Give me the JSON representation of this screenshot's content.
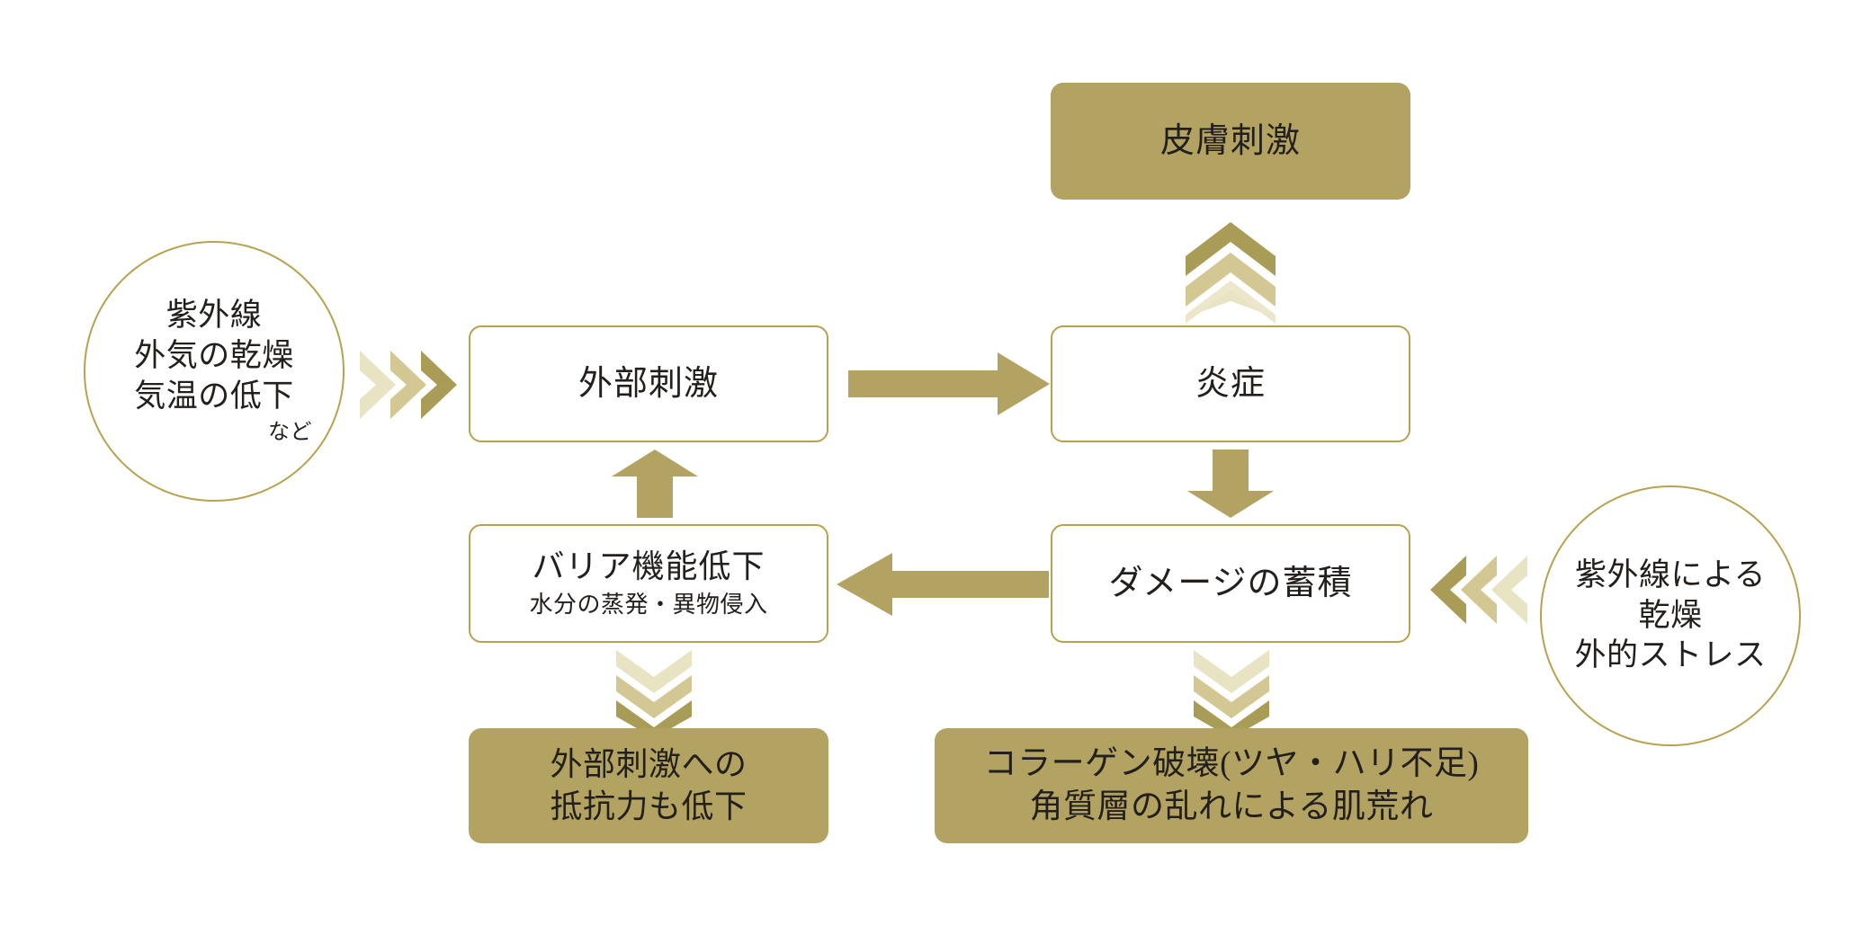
{
  "diagram": {
    "title": "skin-damage-cycle",
    "colors": {
      "gold_fill": "#b2a362",
      "gold_border": "#b7a24f",
      "chevron_dark": "#a89c57",
      "chevron_mid": "#cfc58d",
      "chevron_light": "#e8e3c3",
      "text": "#231f1c",
      "background": "#ffffff"
    },
    "circles": [
      {
        "id": "left-causes",
        "lines": [
          "紫外線",
          "外気の乾燥",
          "気温の低下"
        ],
        "note": "など"
      },
      {
        "id": "right-causes",
        "lines": [
          "紫外線による",
          "乾燥",
          "外的ストレス"
        ],
        "note": ""
      }
    ],
    "boxes": {
      "skin_irritation": {
        "label": "皮膚刺激",
        "style": "filled"
      },
      "external_stimulus": {
        "label": "外部刺激",
        "style": "outline"
      },
      "inflammation": {
        "label": "炎症",
        "style": "outline"
      },
      "barrier_decline": {
        "label": "バリア機能低下",
        "sub": "水分の蒸発・異物侵入",
        "style": "outline"
      },
      "damage_accumulation": {
        "label": "ダメージの蓄積",
        "style": "outline"
      },
      "resistance_decline": {
        "line1": "外部刺激への",
        "line2": "抵抗力も低下",
        "style": "filled"
      },
      "collagen_damage": {
        "line1": "コラーゲン破壊(ツヤ・ハリ不足)",
        "line2": "角質層の乱れによる肌荒れ",
        "style": "filled"
      }
    },
    "arrows": [
      {
        "id": "external-to-inflammation",
        "direction": "right",
        "style": "solid"
      },
      {
        "id": "inflammation-to-damage",
        "direction": "down",
        "style": "solid"
      },
      {
        "id": "damage-to-barrier",
        "direction": "left",
        "style": "solid"
      },
      {
        "id": "barrier-to-external",
        "direction": "up",
        "style": "solid"
      },
      {
        "id": "left-circle-to-external",
        "direction": "right",
        "style": "chevron"
      },
      {
        "id": "inflammation-to-skin-irritation",
        "direction": "up",
        "style": "chevron"
      },
      {
        "id": "right-circle-to-damage",
        "direction": "left",
        "style": "chevron"
      },
      {
        "id": "barrier-to-resistance",
        "direction": "down",
        "style": "chevron"
      },
      {
        "id": "damage-to-collagen",
        "direction": "down",
        "style": "chevron"
      }
    ]
  }
}
